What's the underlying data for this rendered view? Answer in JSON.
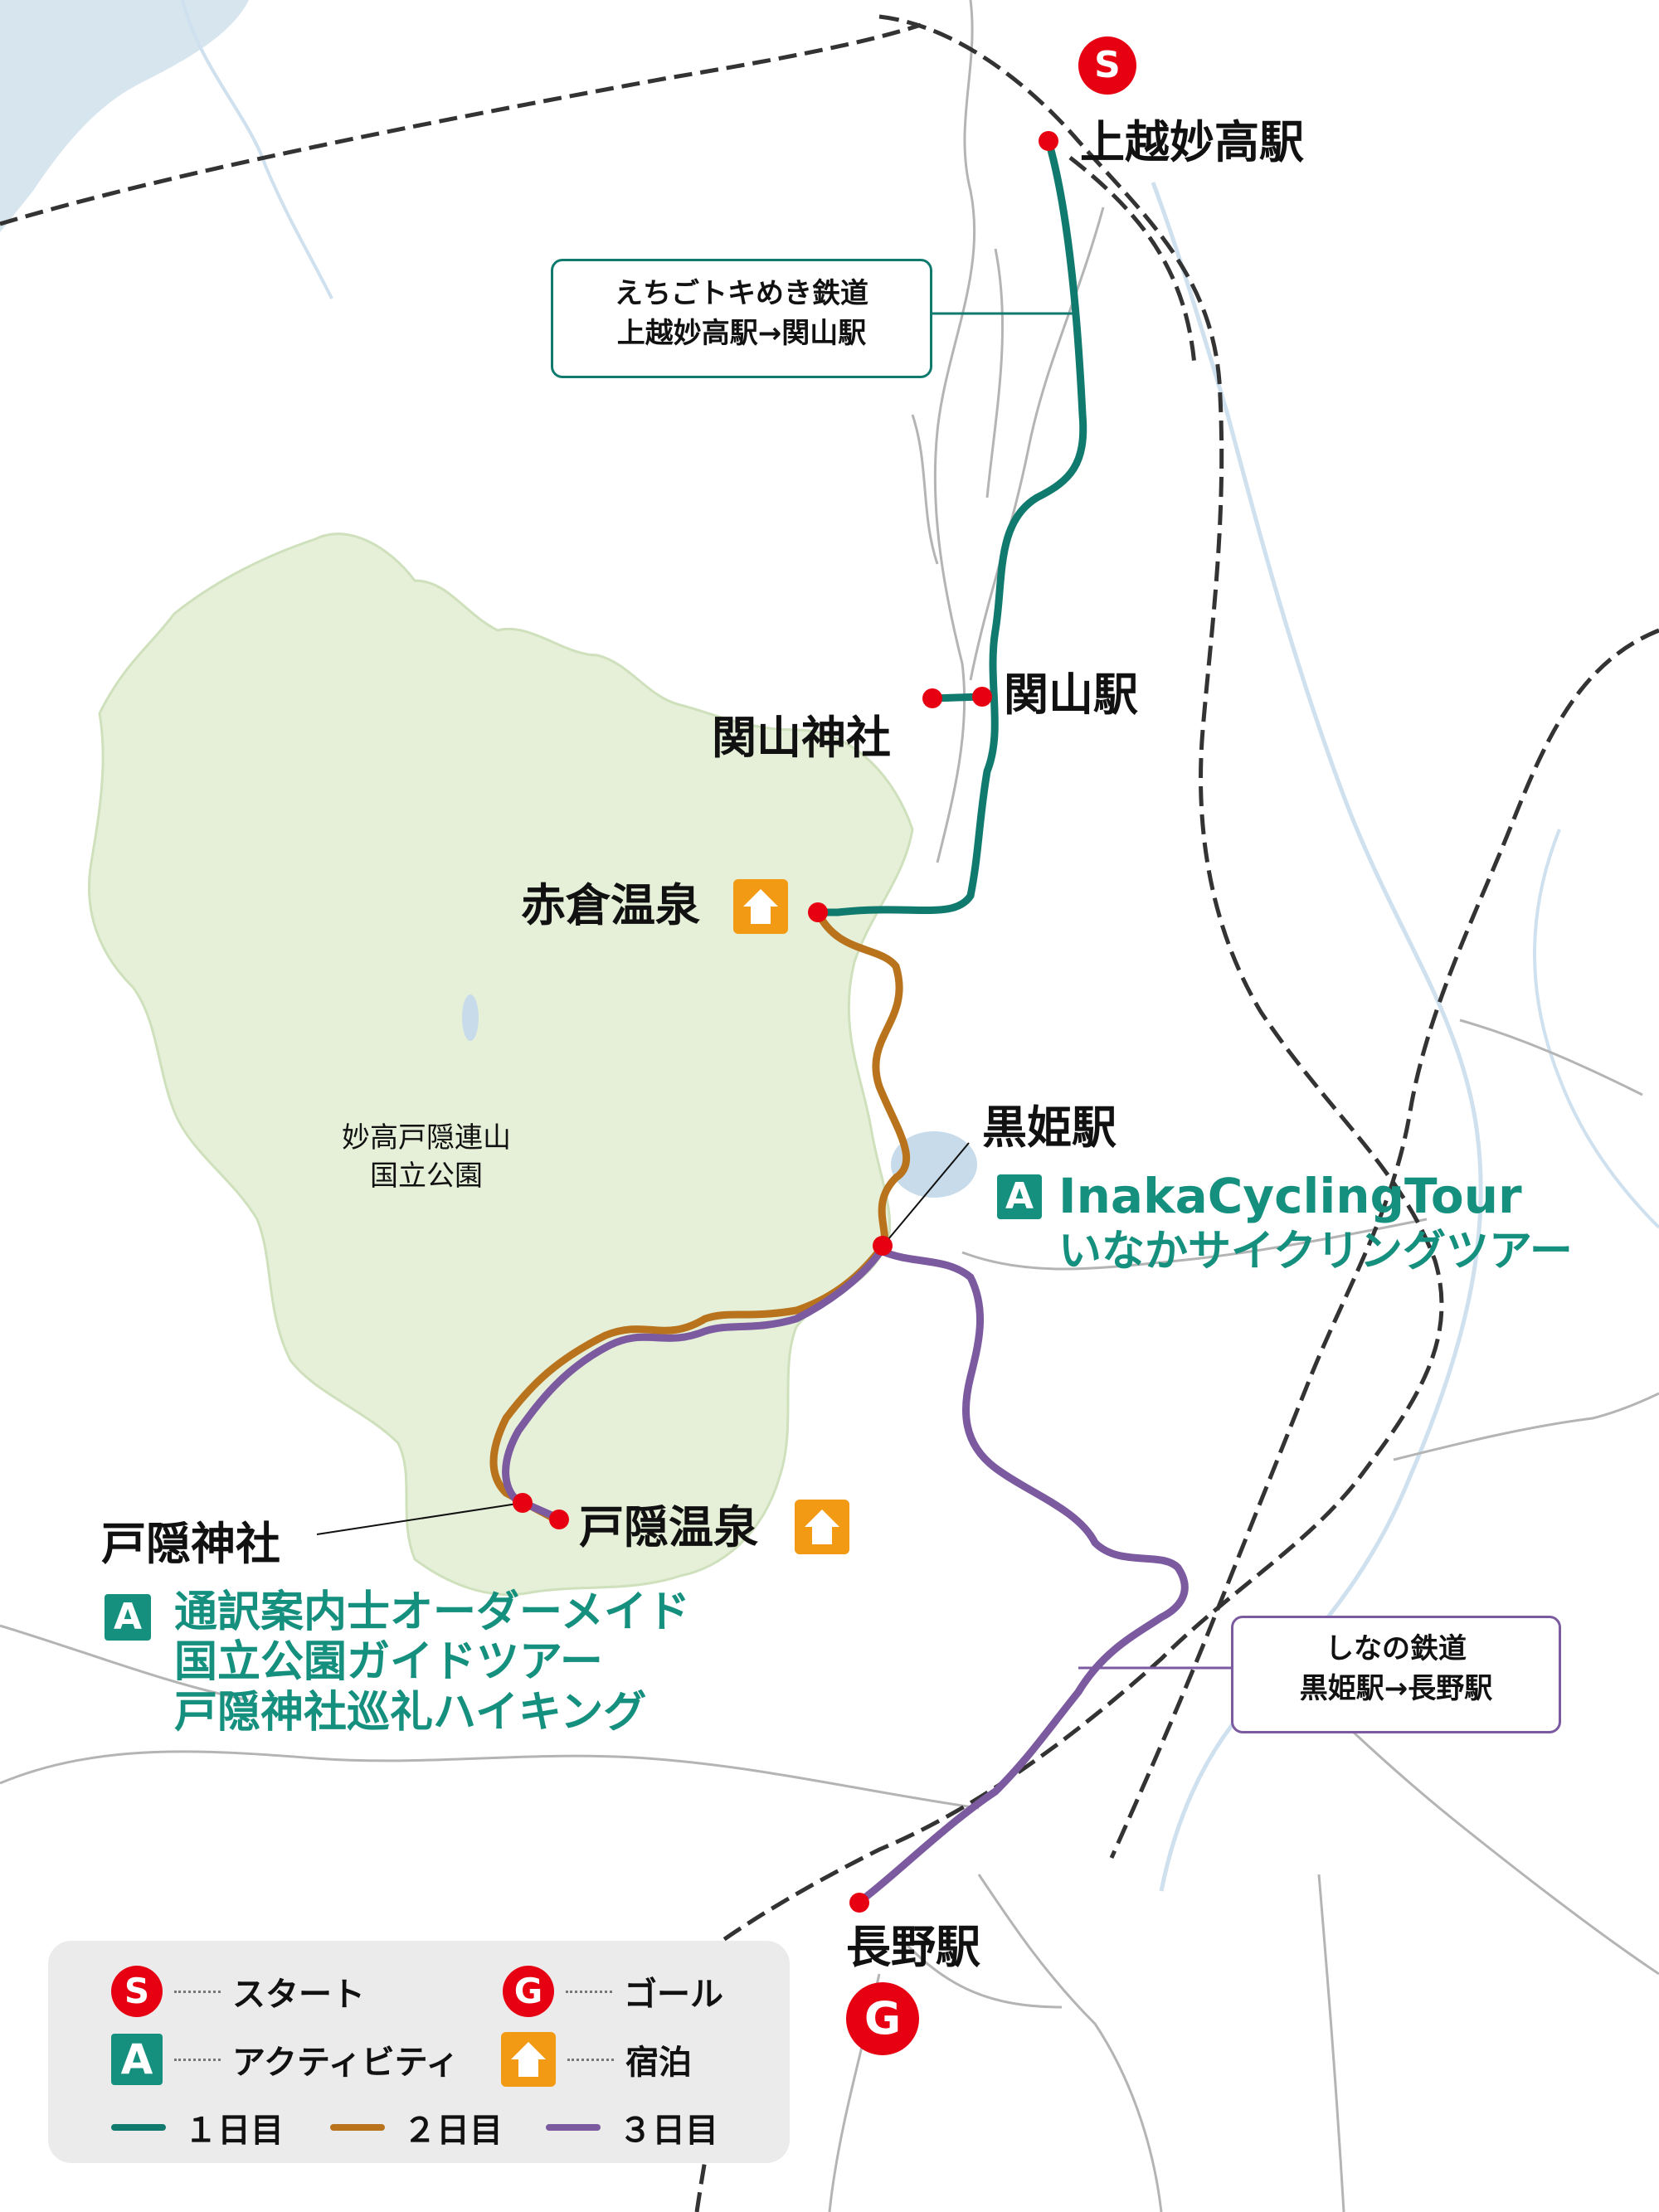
{
  "park": {
    "line1": "妙高戸隠連山",
    "line2": "国立公園"
  },
  "stations": {
    "joetsu_myoko": "上越妙高駅",
    "sekiyama_station": "関山駅",
    "sekiyama_shrine": "関山神社",
    "akakura_onsen": "赤倉温泉",
    "kurohime_station": "黒姫駅",
    "togakushi_shrine": "戸隠神社",
    "togakushi_onsen": "戸隠温泉",
    "nagano_station": "長野駅"
  },
  "callouts": {
    "echigo": {
      "line1": "えちごトキめき鉄道",
      "line2": "上越妙高駅→関山駅"
    },
    "shinano": {
      "line1": "しなの鉄道",
      "line2": "黒姫駅→長野駅"
    }
  },
  "activities": {
    "badge": "A",
    "inaka": {
      "line1": "InakaCyclingTour",
      "line2": "いなかサイクリングツアー"
    },
    "togakushi": {
      "line1": "通訳案内士オーダーメイド",
      "line2": "国立公園ガイドツアー",
      "line3": "戸隠神社巡礼ハイキング"
    }
  },
  "markers": {
    "start": "S",
    "goal": "G"
  },
  "legend": {
    "start": "スタート",
    "goal": "ゴール",
    "activity": "アクティビティ",
    "lodging": "宿泊",
    "day1": "１日目",
    "day2": "２日目",
    "day3": "３日目"
  },
  "colors": {
    "day1": "#117a6e",
    "day2": "#b8731c",
    "day3": "#7b5aa0",
    "station_dot": "#e60012",
    "activity_badge": "#16907e",
    "lodging_badge": "#f29a14",
    "park_area": "#e6f0d9",
    "water": "#d7e5ef"
  },
  "icons": {
    "lodging": "house-icon"
  }
}
